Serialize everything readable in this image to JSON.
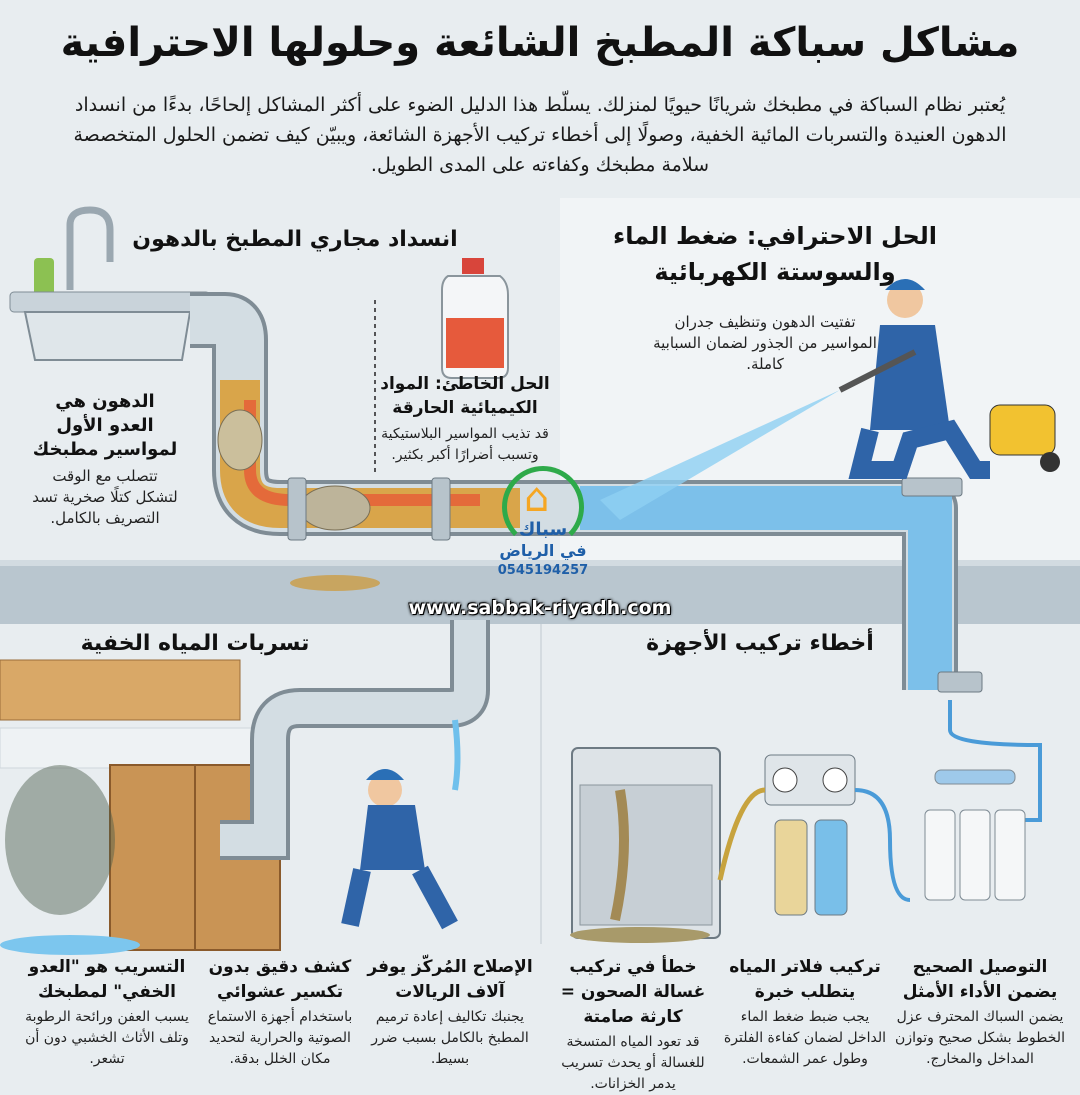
{
  "title": "مشاكل سباكة المطبخ الشائعة وحلولها الاحترافية",
  "intro": "يُعتبر نظام السباكة في مطبخك شريانًا حيويًا لمنزلك. يسلّط هذا الدليل الضوء على أكثر المشاكل إلحاحًا، بدءًا من انسداد الدهون العنيدة والتسربات المائية الخفية، وصولًا إلى أخطاء تركيب الأجهزة الشائعة، ويبيّن كيف تضمن الحلول المتخصصة سلامة مطبخك وكفاءته على المدى الطويل.",
  "sections": {
    "grease": {
      "heading": "انسداد مجاري المطبخ بالدهون",
      "callout_grease": {
        "title": "الدهون هي العدو الأول لمواسير مطبخك",
        "body": "تتصلب مع الوقت لتشكل كتلًا صخرية تسد التصريف بالكامل."
      },
      "callout_chemicals": {
        "title": "الحل الخاطئ: المواد الكيميائية الحارقة",
        "body": "قد تذيب المواسير البلاستيكية وتسبب أضرارًا أكبر بكثير."
      }
    },
    "pro_solution": {
      "heading": "الحل الاحترافي: ضغط الماء والسوستة الكهربائية",
      "body": "تفتيت الدهون وتنظيف جدران المواسير من الجذور لضمان السبابية كاملة."
    },
    "leaks": {
      "heading": "تسربات المياه الخفية"
    },
    "appliances": {
      "heading": "أخطاء تركيب الأجهزة"
    }
  },
  "logo": {
    "name_line1": "سباك",
    "name_line2": "في الرياض",
    "phone": "0545194257",
    "website": "www.sabbak-riyadh.com",
    "colors": {
      "ring": "#2eaa4a",
      "house": "#f5a623",
      "text": "#1f5fa8"
    }
  },
  "captions": [
    {
      "title": "التوصيل الصحيح يضمن الأداء الأمثل",
      "body": "يضمن السباك المحترف عزل الخطوط بشكل صحيح وتوازن المداخل والمخارج."
    },
    {
      "title": "تركيب فلاتر المياه يتطلب خبرة",
      "body": "يجب ضبط ضغط الماء الداخل لضمان كفاءة الفلترة وطول عمر الشمعات."
    },
    {
      "title": "خطأ في تركيب غسالة الصحون = كارثة صامتة",
      "body": "قد تعود المياه المتسخة للغسالة أو يحدث تسريب يدمر الخزانات."
    },
    {
      "title": "الإصلاح المُركّز يوفر آلاف الريالات",
      "body": "يجنبك تكاليف إعادة ترميم المطبخ بالكامل بسبب ضرر بسيط."
    },
    {
      "title": "كشف دقيق بدون تكسير عشوائي",
      "body": "باستخدام أجهزة الاستماع الصوتية والحرارية لتحديد مكان الخلل بدقة."
    },
    {
      "title": "التسريب هو \"العدو الخفي\" لمطبخك",
      "body": "يسبب العفن ورائحة الرطوبة وتلف الأثاث الخشبي دون أن تشعر."
    }
  ]
}
